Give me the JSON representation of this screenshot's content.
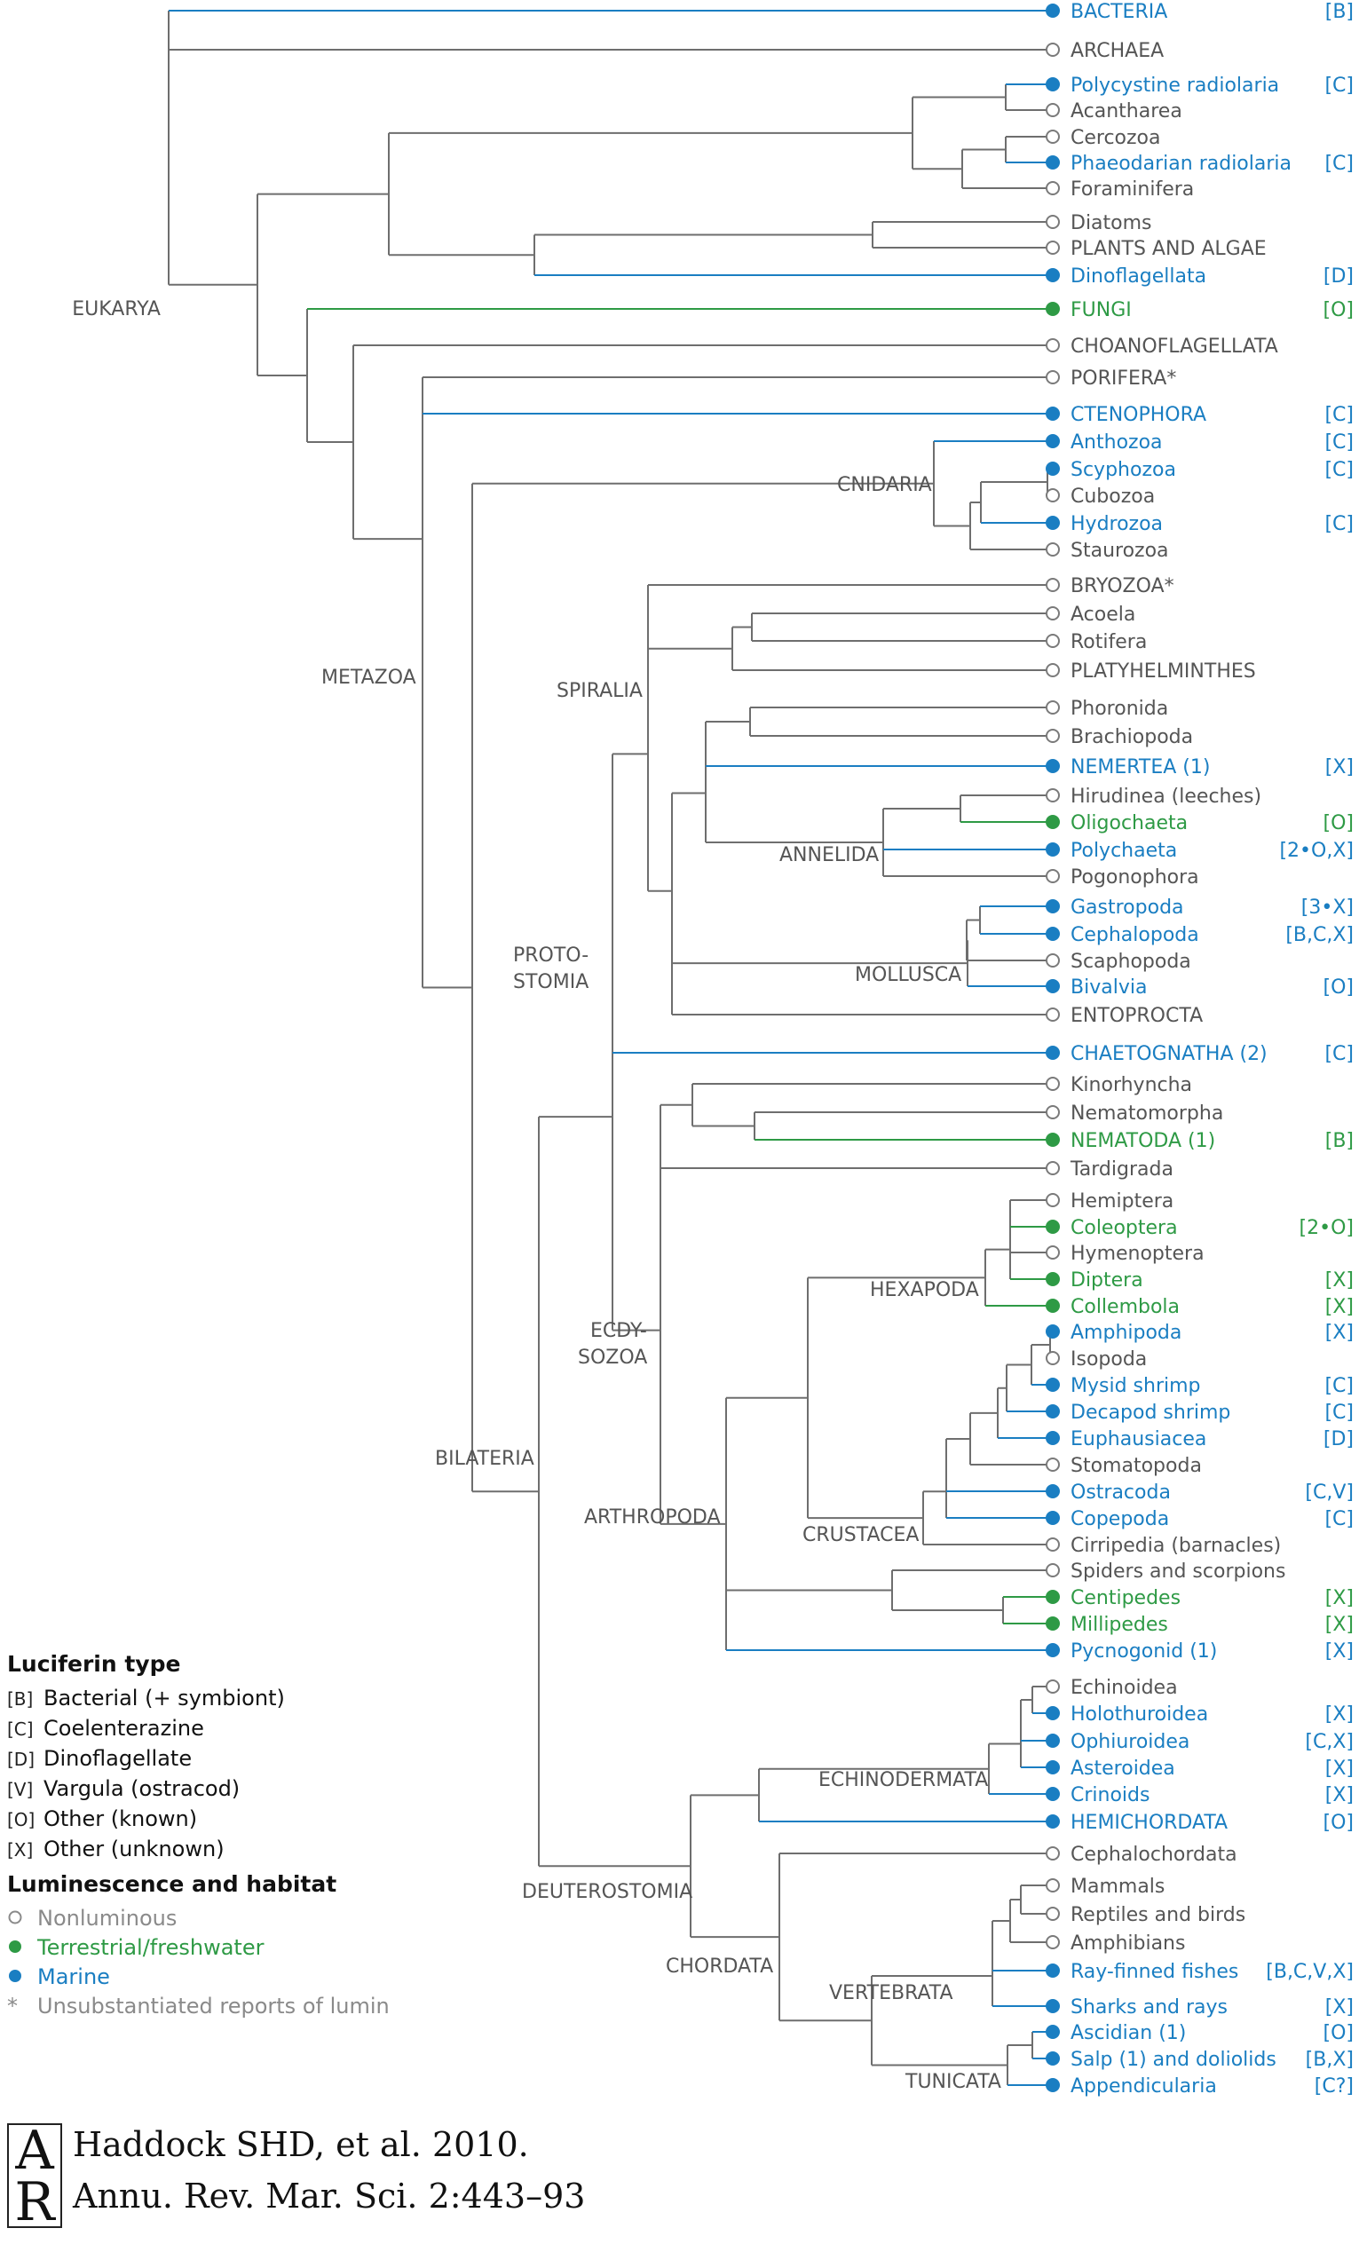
{
  "colors": {
    "gray": "#6e6e6e",
    "blue": "#1a7ec2",
    "green": "#2e9a45",
    "text": "#555555"
  },
  "leaves": [
    {
      "label": "BACTERIA",
      "code": "[B]",
      "hab": "m"
    },
    {
      "label": "ARCHAEA",
      "code": "",
      "hab": "n"
    },
    {
      "label": "Polycystine radiolaria",
      "code": "[C]",
      "hab": "m"
    },
    {
      "label": "Acantharea",
      "code": "",
      "hab": "n"
    },
    {
      "label": "Cercozoa",
      "code": "",
      "hab": "n"
    },
    {
      "label": "Phaeodarian radiolaria",
      "code": "[C]",
      "hab": "m"
    },
    {
      "label": "Foraminifera",
      "code": "",
      "hab": "n"
    },
    {
      "label": "Diatoms",
      "code": "",
      "hab": "n"
    },
    {
      "label": "PLANTS AND ALGAE",
      "code": "",
      "hab": "n"
    },
    {
      "label": "Dinoflagellata",
      "code": "[D]",
      "hab": "m"
    },
    {
      "label": "FUNGI",
      "code": "[O]",
      "hab": "t"
    },
    {
      "label": "CHOANOFLAGELLATA",
      "code": "",
      "hab": "n"
    },
    {
      "label": "PORIFERA*",
      "code": "",
      "hab": "n"
    },
    {
      "label": "CTENOPHORA",
      "code": "[C]",
      "hab": "m"
    },
    {
      "label": "Anthozoa",
      "code": "[C]",
      "hab": "m"
    },
    {
      "label": "Scyphozoa",
      "code": "[C]",
      "hab": "m"
    },
    {
      "label": "Cubozoa",
      "code": "",
      "hab": "n"
    },
    {
      "label": "Hydrozoa",
      "code": "[C]",
      "hab": "m"
    },
    {
      "label": "Staurozoa",
      "code": "",
      "hab": "n"
    },
    {
      "label": "BRYOZOA*",
      "code": "",
      "hab": "n"
    },
    {
      "label": "Acoela",
      "code": "",
      "hab": "n"
    },
    {
      "label": "Rotifera",
      "code": "",
      "hab": "n"
    },
    {
      "label": "PLATYHELMINTHES",
      "code": "",
      "hab": "n"
    },
    {
      "label": "Phoronida",
      "code": "",
      "hab": "n"
    },
    {
      "label": "Brachiopoda",
      "code": "",
      "hab": "n"
    },
    {
      "label": "NEMERTEA (1)",
      "code": "[X]",
      "hab": "m"
    },
    {
      "label": "Hirudinea (leeches)",
      "code": "",
      "hab": "n"
    },
    {
      "label": "Oligochaeta",
      "code": "[O]",
      "hab": "t"
    },
    {
      "label": "Polychaeta",
      "code": "[2•O,X]",
      "hab": "m"
    },
    {
      "label": "Pogonophora",
      "code": "",
      "hab": "n"
    },
    {
      "label": "Gastropoda",
      "code": "[3•X]",
      "hab": "m"
    },
    {
      "label": "Cephalopoda",
      "code": "[B,C,X]",
      "hab": "m"
    },
    {
      "label": "Scaphopoda",
      "code": "",
      "hab": "n"
    },
    {
      "label": "Bivalvia",
      "code": "[O]",
      "hab": "m"
    },
    {
      "label": "ENTOPROCTA",
      "code": "",
      "hab": "n"
    },
    {
      "label": "CHAETOGNATHA (2)",
      "code": "[C]",
      "hab": "m"
    },
    {
      "label": "Kinorhyncha",
      "code": "",
      "hab": "n"
    },
    {
      "label": "Nematomorpha",
      "code": "",
      "hab": "n"
    },
    {
      "label": "NEMATODA (1)",
      "code": "[B]",
      "hab": "t"
    },
    {
      "label": "Tardigrada",
      "code": "",
      "hab": "n"
    },
    {
      "label": "Hemiptera",
      "code": "",
      "hab": "n"
    },
    {
      "label": "Coleoptera",
      "code": "[2•O]",
      "hab": "t"
    },
    {
      "label": "Hymenoptera",
      "code": "",
      "hab": "n"
    },
    {
      "label": "Diptera",
      "code": "[X]",
      "hab": "t"
    },
    {
      "label": "Collembola",
      "code": "[X]",
      "hab": "t"
    },
    {
      "label": "Amphipoda",
      "code": "[X]",
      "hab": "m"
    },
    {
      "label": "Isopoda",
      "code": "",
      "hab": "n"
    },
    {
      "label": "Mysid shrimp",
      "code": "[C]",
      "hab": "m"
    },
    {
      "label": "Decapod shrimp",
      "code": "[C]",
      "hab": "m"
    },
    {
      "label": "Euphausiacea",
      "code": "[D]",
      "hab": "m"
    },
    {
      "label": "Stomatopoda",
      "code": "",
      "hab": "n"
    },
    {
      "label": "Ostracoda",
      "code": "[C,V]",
      "hab": "m"
    },
    {
      "label": "Copepoda",
      "code": "[C]",
      "hab": "m"
    },
    {
      "label": "Cirripedia (barnacles)",
      "code": "",
      "hab": "n"
    },
    {
      "label": "Spiders and scorpions",
      "code": "",
      "hab": "n"
    },
    {
      "label": "Centipedes",
      "code": "[X]",
      "hab": "t"
    },
    {
      "label": "Millipedes",
      "code": "[X]",
      "hab": "t"
    },
    {
      "label": "Pycnogonid (1)",
      "code": "[X]",
      "hab": "m"
    },
    {
      "label": "Echinoidea",
      "code": "",
      "hab": "n"
    },
    {
      "label": "Holothuroidea",
      "code": "[X]",
      "hab": "m"
    },
    {
      "label": "Ophiuroidea",
      "code": "[C,X]",
      "hab": "m"
    },
    {
      "label": "Asteroidea",
      "code": "[X]",
      "hab": "m"
    },
    {
      "label": "Crinoids",
      "code": "[X]",
      "hab": "m"
    },
    {
      "label": "HEMICHORDATA",
      "code": "[O]",
      "hab": "m"
    },
    {
      "label": "Cephalochordata",
      "code": "",
      "hab": "n"
    },
    {
      "label": "Mammals",
      "code": "",
      "hab": "n"
    },
    {
      "label": "Reptiles and birds",
      "code": "",
      "hab": "n"
    },
    {
      "label": "Amphibians",
      "code": "",
      "hab": "n"
    },
    {
      "label": "Ray-finned fishes",
      "code": "[B,C,V,X]",
      "hab": "m"
    },
    {
      "label": "Sharks and rays",
      "code": "[X]",
      "hab": "m"
    },
    {
      "label": "Ascidian (1)",
      "code": "[O]",
      "hab": "m"
    },
    {
      "label": "Salp (1) and doliolids",
      "code": "[B,X]",
      "hab": "m"
    },
    {
      "label": "Appendicularia",
      "code": "[C?]",
      "hab": "m"
    }
  ],
  "clades": {
    "eukarya": "EUKARYA",
    "metazoa": "METAZOA",
    "cnidaria": "CNIDARIA",
    "spiralia": "SPIRALIA",
    "annelida": "ANNELIDA",
    "mollusca": "MOLLUSCA",
    "protostomia_1": "PROTO-",
    "protostomia_2": "STOMIA",
    "ecdysozoa_1": "ECDY-",
    "ecdysozoa_2": "SOZOA",
    "hexapoda": "HEXAPODA",
    "arthropoda": "ARTHROPODA",
    "crustacea": "CRUSTACEA",
    "bilateria": "BILATERIA",
    "echinodermata": "ECHINODERMATA",
    "deuterostomia": "DEUTEROSTOMIA",
    "chordata": "CHORDATA",
    "vertebrata": "VERTEBRATA",
    "tunicata": "TUNICATA"
  },
  "legend": {
    "luciferin_title": "Luciferin type",
    "luciferin": [
      {
        "code": "[B]",
        "label": "Bacterial (+ symbiont)"
      },
      {
        "code": "[C]",
        "label": "Coelenterazine"
      },
      {
        "code": "[D]",
        "label": "Dinoflagellate"
      },
      {
        "code": "[V]",
        "label": "Vargula (ostracod)"
      },
      {
        "code": "[O]",
        "label": "Other (known)"
      },
      {
        "code": "[X]",
        "label": "Other (unknown)"
      }
    ],
    "habitat_title": "Luminescence and habitat",
    "nonluminous": "Nonluminous",
    "terrestrial": "Terrestrial/freshwater",
    "marine": "Marine",
    "asterisk": "*",
    "unsubstantiated": "Unsubstantiated reports of lumin"
  },
  "citation": {
    "logo_top": "A",
    "logo_bottom": "R",
    "line1": "Haddock SHD, et al. 2010.",
    "line2": "Annu. Rev. Mar. Sci. 2:443–93"
  }
}
